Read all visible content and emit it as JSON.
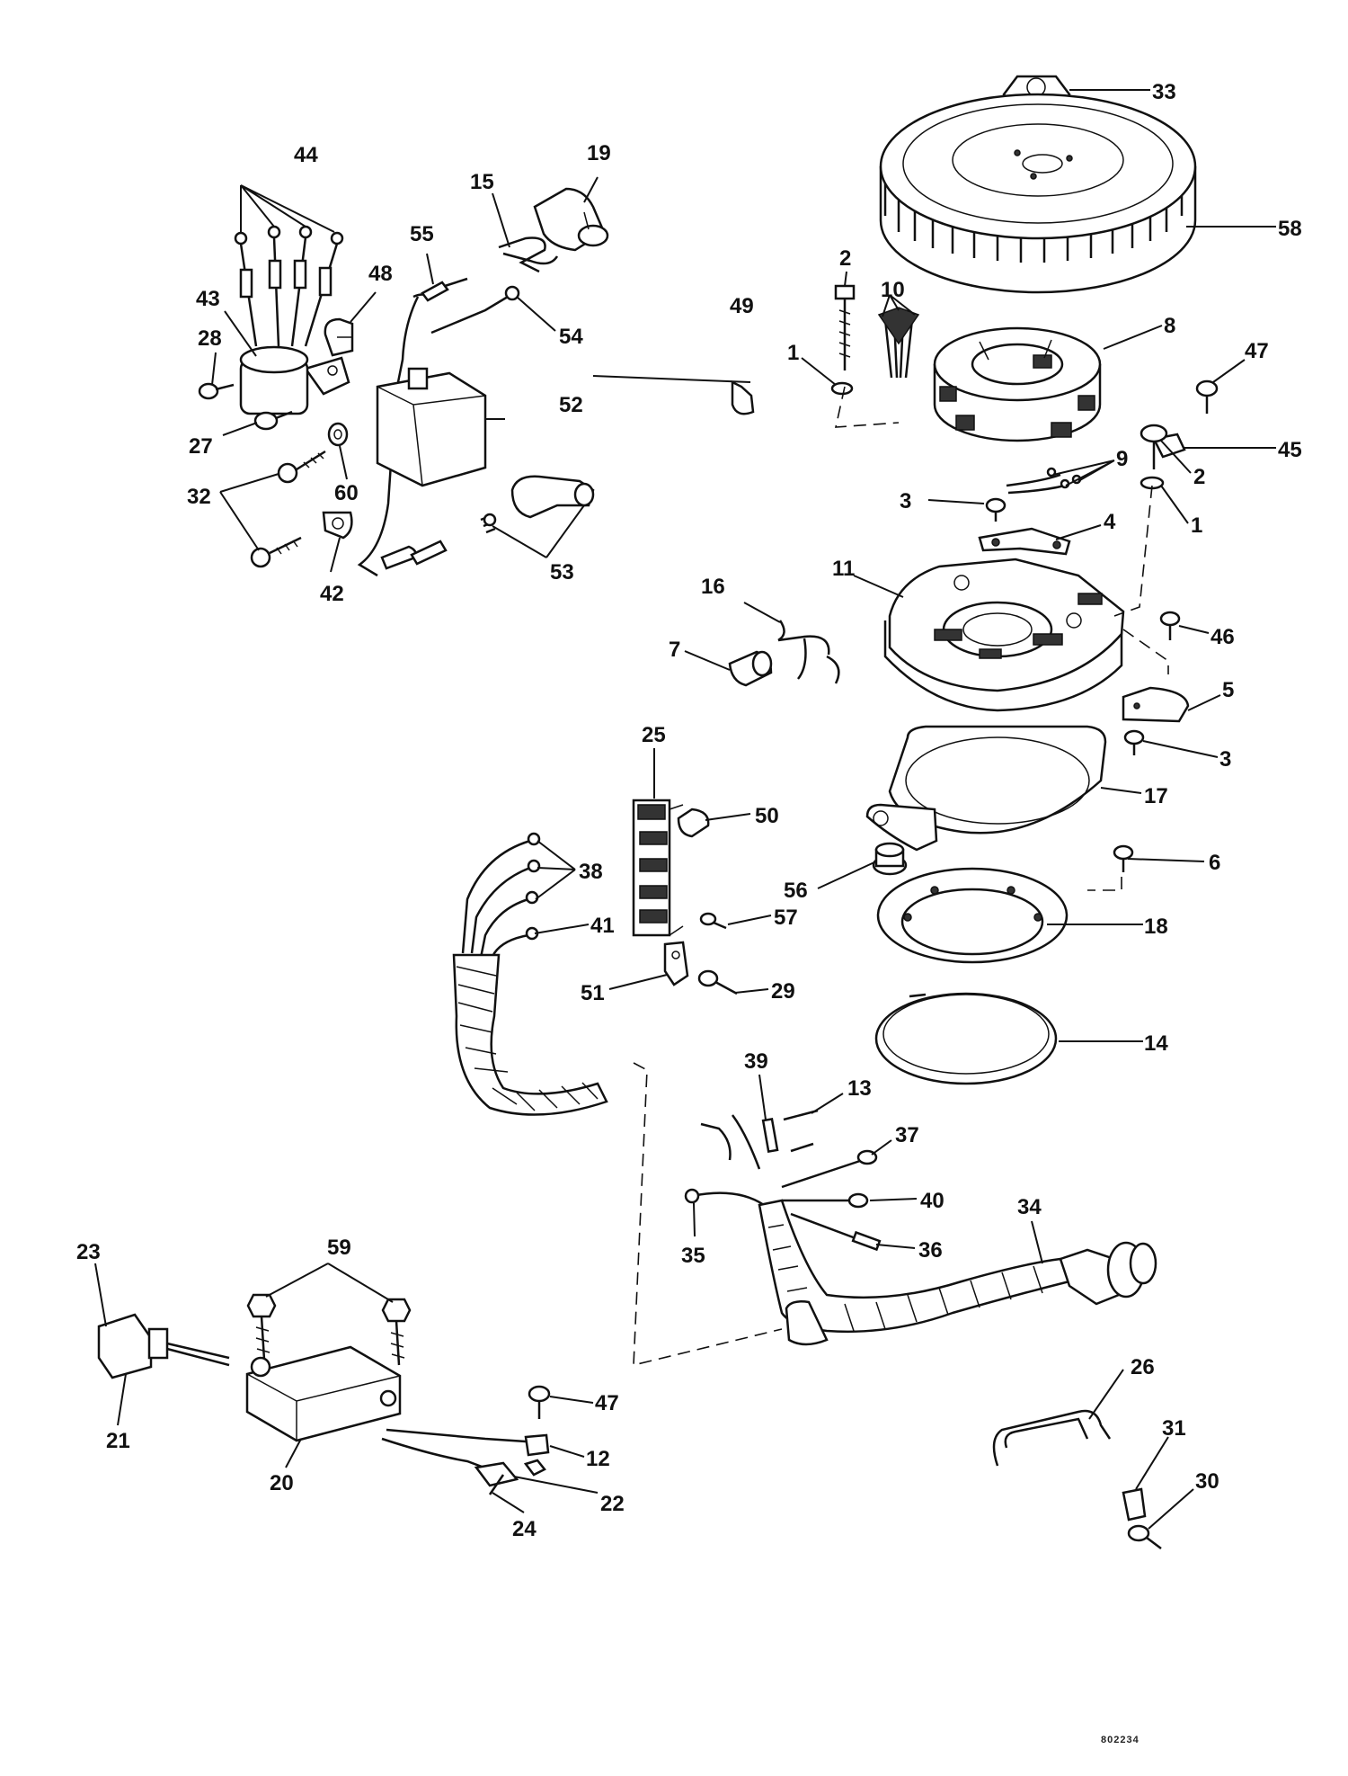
{
  "diagram": {
    "drawing_code": "802234",
    "callouts": {
      "c1a": "1",
      "c1b": "1",
      "c2a": "2",
      "c2b": "2",
      "c3a": "3",
      "c3b": "3",
      "c4": "4",
      "c5": "5",
      "c6": "6",
      "c7": "7",
      "c8": "8",
      "c9": "9",
      "c10": "10",
      "c11": "11",
      "c12": "12",
      "c13": "13",
      "c14": "14",
      "c15": "15",
      "c16": "16",
      "c17": "17",
      "c18": "18",
      "c19": "19",
      "c20": "20",
      "c21": "21",
      "c22": "22",
      "c23": "23",
      "c24": "24",
      "c25": "25",
      "c26": "26",
      "c27": "27",
      "c28": "28",
      "c29": "29",
      "c30": "30",
      "c31": "31",
      "c32": "32",
      "c33": "33",
      "c34": "34",
      "c35": "35",
      "c36": "36",
      "c37": "37",
      "c38": "38",
      "c39": "39",
      "c40": "40",
      "c41": "41",
      "c42": "42",
      "c43": "43",
      "c44": "44",
      "c45": "45",
      "c46": "46",
      "c47a": "47",
      "c47b": "47",
      "c48": "48",
      "c49": "49",
      "c50": "50",
      "c51": "51",
      "c52": "52",
      "c53": "53",
      "c54": "54",
      "c55": "55",
      "c56": "56",
      "c57": "57",
      "c58": "58",
      "c59": "59",
      "c60": "60"
    }
  }
}
